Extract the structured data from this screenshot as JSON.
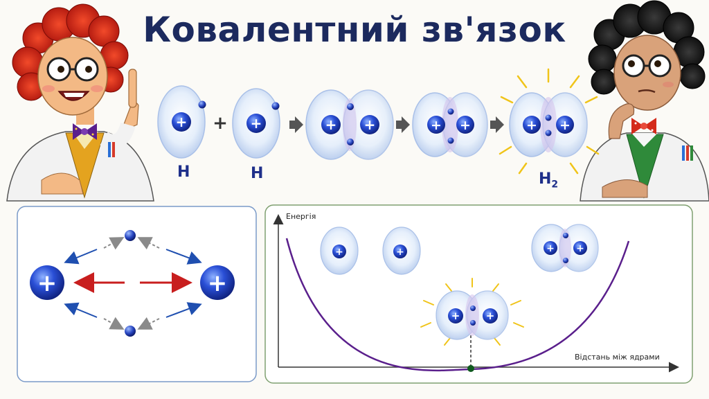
{
  "title": "Ковалентний зв'язок",
  "reaction": {
    "plus_sign": "+",
    "label_h1": "H",
    "label_h2": "H",
    "product_label": "H",
    "product_subscript": "2"
  },
  "nucleus_symbol": "+",
  "energy_graph": {
    "y_axis_label": "Енергія",
    "x_axis_label": "Відстань між ядрами",
    "curve_color": "#5a1f8c",
    "minimum_marker_color": "#0f5a1e"
  },
  "colors": {
    "title": "#1c2a5e",
    "nucleus": "#1f3fb5",
    "attraction_arrow": "#1f4fb0",
    "repulsion_arrow": "#c81e1e",
    "electron_arrow": "#8a8a8a",
    "left_panel_border": "#7a9ac8",
    "right_panel_border": "#7fa070"
  },
  "icons": [
    "scientist-left-icon",
    "scientist-right-icon",
    "electron-cloud-icon",
    "nucleus-icon",
    "electron-icon",
    "reaction-arrow-icon",
    "glow-icon"
  ]
}
